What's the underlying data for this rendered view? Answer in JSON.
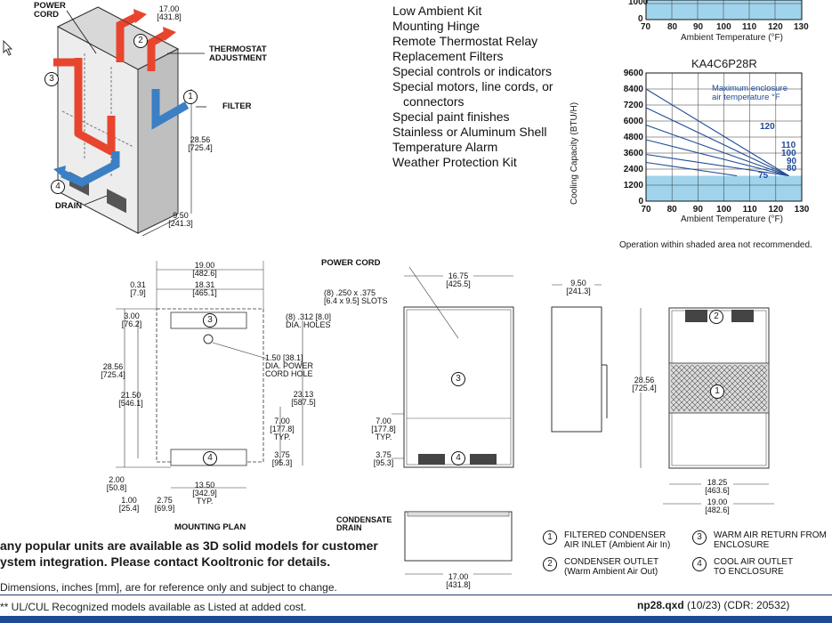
{
  "options_list": [
    "Low Ambient Kit",
    "Mounting Hinge",
    "Remote Thermostat Relay",
    "Replacement Filters",
    "Special controls or indicators",
    "Special motors, line cords, or",
    "connectors",
    "Special paint finishes",
    "Stainless or Aluminum Shell",
    "Temperature Alarm",
    "Weather Protection Kit"
  ],
  "iso": {
    "power_cord": "POWER\nCORD",
    "thermostat": "THERMOSTAT\nADJUSTMENT",
    "filter": "FILTER",
    "drain": "DRAIN",
    "dim_top": "17.00",
    "dim_top_mm": "[431.8]",
    "dim_height": "28.56",
    "dim_height_mm": "[725.4]",
    "dim_depth": "9.50",
    "dim_depth_mm": "[241.3]",
    "c1": "1",
    "c2": "2",
    "c3": "3",
    "c4": "4"
  },
  "chart_top": {
    "ytick_top": "1000",
    "ytick_zero": "0",
    "xticks": [
      "70",
      "80",
      "90",
      "100",
      "110",
      "120",
      "130"
    ],
    "xlabel": "Ambient Temperature (°F)"
  },
  "chart_data": {
    "type": "line",
    "title": "KA4C6P28R",
    "xlabel": "Ambient Temperature (°F)",
    "ylabel": "Cooling Capacity (BTU/H)",
    "xlim": [
      70,
      130
    ],
    "ylim": [
      0,
      9600
    ],
    "xticks": [
      "70",
      "80",
      "90",
      "100",
      "110",
      "120",
      "130"
    ],
    "yticks": [
      "0",
      "1200",
      "2400",
      "3600",
      "4800",
      "6000",
      "7200",
      "8400",
      "9600"
    ],
    "annotation": "Maximum enclosure\nair temperature °F",
    "shaded_below": 1900,
    "series": [
      {
        "name": "120",
        "x": [
          70,
          125
        ],
        "y": [
          8400,
          1900
        ]
      },
      {
        "name": "110",
        "x": [
          70,
          125
        ],
        "y": [
          7000,
          1900
        ]
      },
      {
        "name": "100",
        "x": [
          70,
          125
        ],
        "y": [
          5700,
          1900
        ]
      },
      {
        "name": "90",
        "x": [
          70,
          125
        ],
        "y": [
          4600,
          1900
        ]
      },
      {
        "name": "80",
        "x": [
          70,
          125
        ],
        "y": [
          3500,
          1900
        ]
      },
      {
        "name": "75",
        "x": [
          70,
          105
        ],
        "y": [
          2900,
          1900
        ]
      }
    ]
  },
  "chart_note": "Operation within shaded area not recommended.",
  "mounting": {
    "title": "MOUNTING PLAN",
    "w1": "19.00",
    "w1mm": "[482.6]",
    "w2": "18.31",
    "w2mm": "[465.1]",
    "d031": "0.31",
    "d031mm": "[7.9]",
    "d300": "3.00",
    "d300mm": "[76.2]",
    "holes": "(8) .312 [8.0]\nDIA. HOLES",
    "power_hole": "1.50 [38.1]\nDIA. POWER\nCORD HOLE",
    "h2856": "28.56",
    "h2856mm": "[725.4]",
    "h2150": "21.50",
    "h2150mm": "[546.1]",
    "h2313": "23.13",
    "h2313mm": "[587.5]",
    "h700": "7.00",
    "h700mm": "[177.8]",
    "typ": "TYP.",
    "h375": "3.75",
    "h375mm": "[95.3]",
    "h200": "2.00",
    "h200mm": "[50.8]",
    "h100": "1.00",
    "h100mm": "[25.4]",
    "h275": "2.75",
    "h275mm": "[69.9]",
    "w1350": "13.50",
    "w1350mm": "[342.9]"
  },
  "front": {
    "power_cord": "POWER CORD",
    "slots": "(8) .250 x .375\n[6.4 x 9.5] SLOTS",
    "w1675": "16.75",
    "w1675mm": "[425.5]",
    "h700": "7.00",
    "h700mm": "[177.8]",
    "typ": "TYP.",
    "h375": "3.75",
    "h375mm": "[95.3]",
    "condensate": "CONDENSATE\nDRAIN",
    "w1700": "17.00",
    "w1700mm": "[431.8]"
  },
  "side": {
    "d950": "9.50",
    "d950mm": "[241.3]"
  },
  "rear": {
    "h2856": "28.56",
    "h2856mm": "[725.4]",
    "w1825": "18.25",
    "w1825mm": "[463.6]",
    "w1900": "19.00",
    "w1900mm": "[482.6]"
  },
  "legend": [
    {
      "n": "1",
      "text": "FILTERED CONDENSER\nAIR INLET (Ambient Air In)"
    },
    {
      "n": "2",
      "text": "CONDENSER OUTLET\n(Warm Ambient Air Out)"
    },
    {
      "n": "3",
      "text": "WARM AIR RETURN FROM\nENCLOSURE"
    },
    {
      "n": "4",
      "text": "COOL AIR OUTLET\nTO ENCLOSURE"
    }
  ],
  "bottom": {
    "models_line1": "any popular units are available as 3D solid models for customer",
    "models_line2": "ystem integration. Please contact Kooltronic for details.",
    "dims_note": "Dimensions, inches [mm], are for reference only and subject to change.",
    "ul_note": "**  UL/CUL Recognized models available as Listed at added cost.",
    "file": "np28.qxd",
    "file_rest": "(10/23) (CDR: 20532)"
  }
}
